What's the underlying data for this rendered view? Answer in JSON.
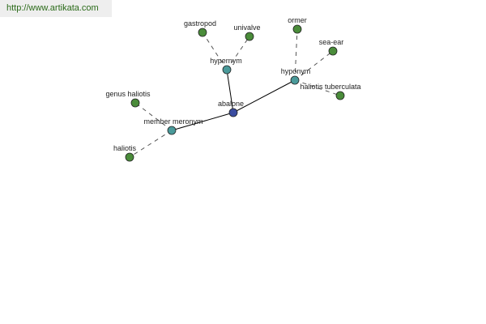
{
  "banner": {
    "url": "http://www.artikata.com"
  },
  "graph": {
    "colors": {
      "center": "#3a4ca0",
      "relation": "#4a9a9a",
      "leaf": "#4a8c3a",
      "node_stroke": "#222222",
      "solid_edge": "#000000",
      "dashed_edge": "#555555"
    },
    "nodes": [
      {
        "id": "abalone",
        "label": "abalone",
        "kind": "center"
      },
      {
        "id": "hypernym",
        "label": "hypernym",
        "kind": "relation"
      },
      {
        "id": "hyponym",
        "label": "hyponym",
        "kind": "relation"
      },
      {
        "id": "member-meronym",
        "label": "member meronym",
        "kind": "relation"
      },
      {
        "id": "gastropod",
        "label": "gastropod",
        "kind": "leaf"
      },
      {
        "id": "univalve",
        "label": "univalve",
        "kind": "leaf"
      },
      {
        "id": "ormer",
        "label": "ormer",
        "kind": "leaf"
      },
      {
        "id": "sea-ear",
        "label": "sea-ear",
        "kind": "leaf"
      },
      {
        "id": "haliotis-tuberculata",
        "label": "haliotis tuberculata",
        "kind": "leaf"
      },
      {
        "id": "genus-haliotis",
        "label": "genus haliotis",
        "kind": "leaf"
      },
      {
        "id": "haliotis",
        "label": "haliotis",
        "kind": "leaf"
      }
    ],
    "edges": [
      {
        "from": "abalone",
        "to": "hypernym",
        "style": "solid"
      },
      {
        "from": "abalone",
        "to": "hyponym",
        "style": "solid"
      },
      {
        "from": "abalone",
        "to": "member-meronym",
        "style": "solid"
      },
      {
        "from": "hypernym",
        "to": "gastropod",
        "style": "dashed"
      },
      {
        "from": "hypernym",
        "to": "univalve",
        "style": "dashed"
      },
      {
        "from": "hyponym",
        "to": "ormer",
        "style": "dashed"
      },
      {
        "from": "hyponym",
        "to": "sea-ear",
        "style": "dashed"
      },
      {
        "from": "hyponym",
        "to": "haliotis-tuberculata",
        "style": "dashed"
      },
      {
        "from": "member-meronym",
        "to": "genus-haliotis",
        "style": "dashed"
      },
      {
        "from": "member-meronym",
        "to": "haliotis",
        "style": "dashed"
      }
    ]
  }
}
